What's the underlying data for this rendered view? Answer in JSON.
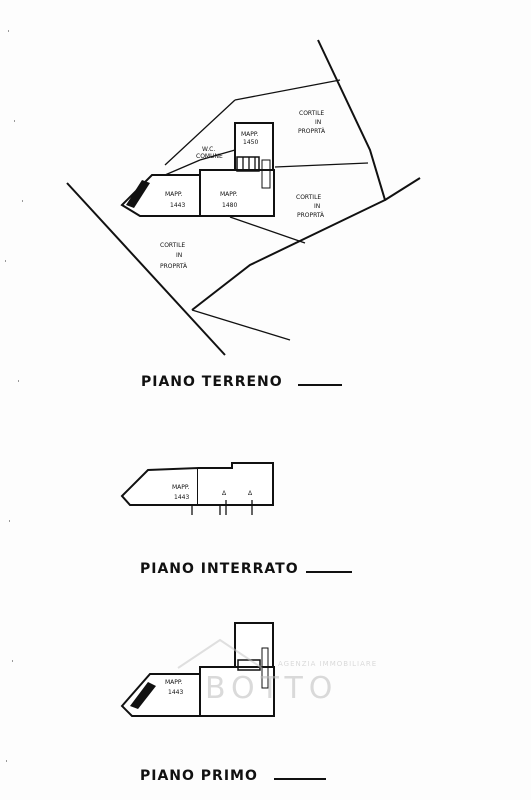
{
  "plans": {
    "ground": {
      "title": "PIANO TERRENO",
      "labels": {
        "map_1450": [
          "MAPP.",
          "1450"
        ],
        "map_1443": [
          "MAPP.",
          "1443"
        ],
        "map_1480": [
          "MAPP.",
          "1480"
        ],
        "wc": [
          "W.C.",
          "COMUNE"
        ],
        "court_top": [
          "CORTILE",
          "IN",
          "PROPRTÀ"
        ],
        "court_right": [
          "CORTILE",
          "IN",
          "PROPRTÀ"
        ],
        "court_left": [
          "CORTILE",
          "IN",
          "PROPRTÀ"
        ]
      }
    },
    "basement": {
      "title": "PIANO INTERRATO",
      "labels": {
        "map_1443": [
          "MAPP.",
          "1443"
        ]
      }
    },
    "first": {
      "title": "PIANO PRIMO",
      "labels": {
        "map_1443": [
          "MAPP.",
          "1443"
        ]
      }
    }
  },
  "watermark": {
    "brand": "BOTTO",
    "tagline": "AGENZIA IMMOBILIARE"
  }
}
